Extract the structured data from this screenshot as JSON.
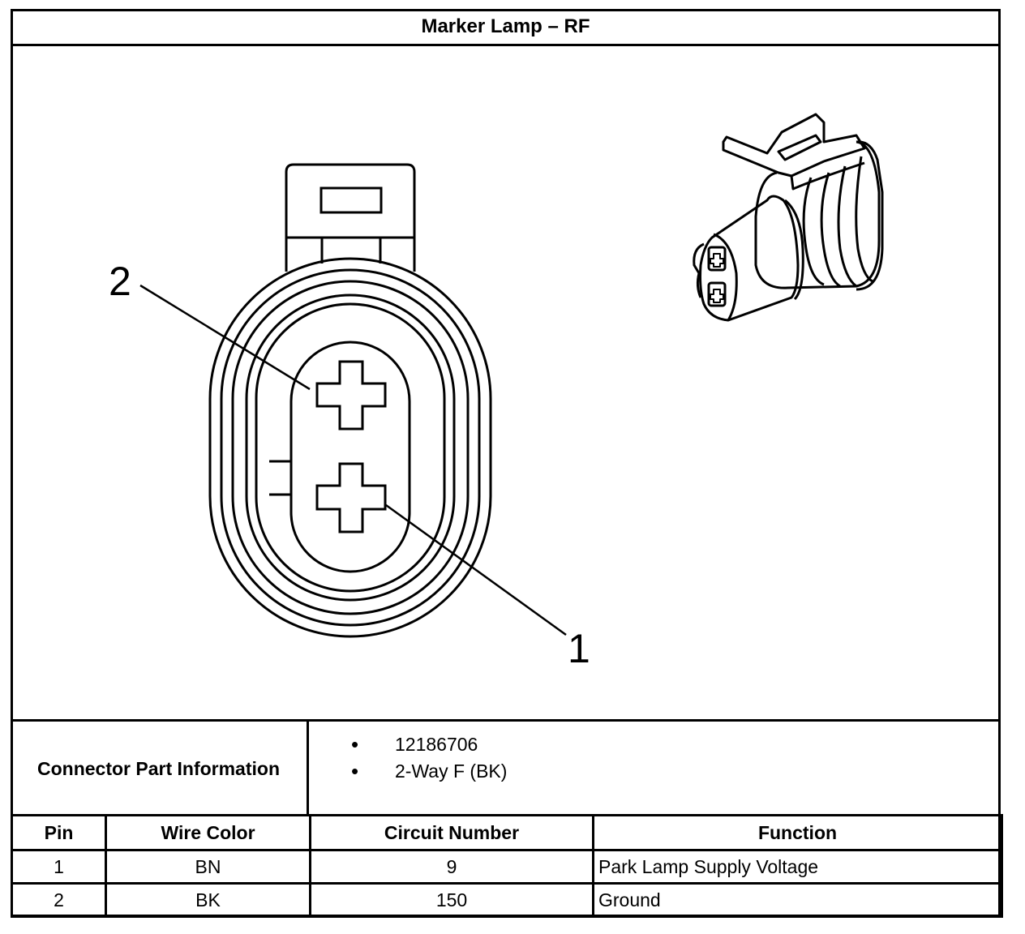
{
  "title": "Marker Lamp – RF",
  "diagram": {
    "callouts": [
      "2",
      "1"
    ]
  },
  "connector_info": {
    "label": "Connector Part Information",
    "items": [
      "12186706",
      "2-Way F (BK)"
    ]
  },
  "pin_table": {
    "headers": [
      "Pin",
      "Wire Color",
      "Circuit Number",
      "Function"
    ],
    "rows": [
      [
        "1",
        "BN",
        "9",
        "Park Lamp Supply Voltage"
      ],
      [
        "2",
        "BK",
        "150",
        "Ground"
      ]
    ]
  }
}
